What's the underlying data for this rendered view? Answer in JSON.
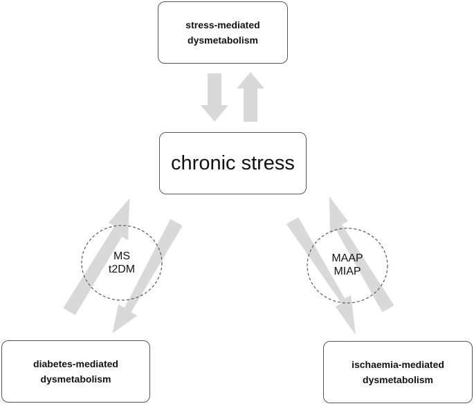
{
  "nodes": {
    "top": {
      "lines": [
        "stress-mediated",
        "dysmetabolism"
      ]
    },
    "center": {
      "label": "chronic stress"
    },
    "left": {
      "lines": [
        "diabetes-mediated",
        "dysmetabolism"
      ]
    },
    "right": {
      "lines": [
        "ischaemia-mediated",
        "dysmetabolism"
      ]
    }
  },
  "circles": {
    "left": {
      "lines": [
        "MS",
        "t2DM"
      ]
    },
    "right": {
      "lines": [
        "MAAP",
        "MIAP"
      ]
    }
  },
  "colors": {
    "arrow": "#d9d9d9",
    "border": "#555555",
    "circle": "#555555"
  }
}
